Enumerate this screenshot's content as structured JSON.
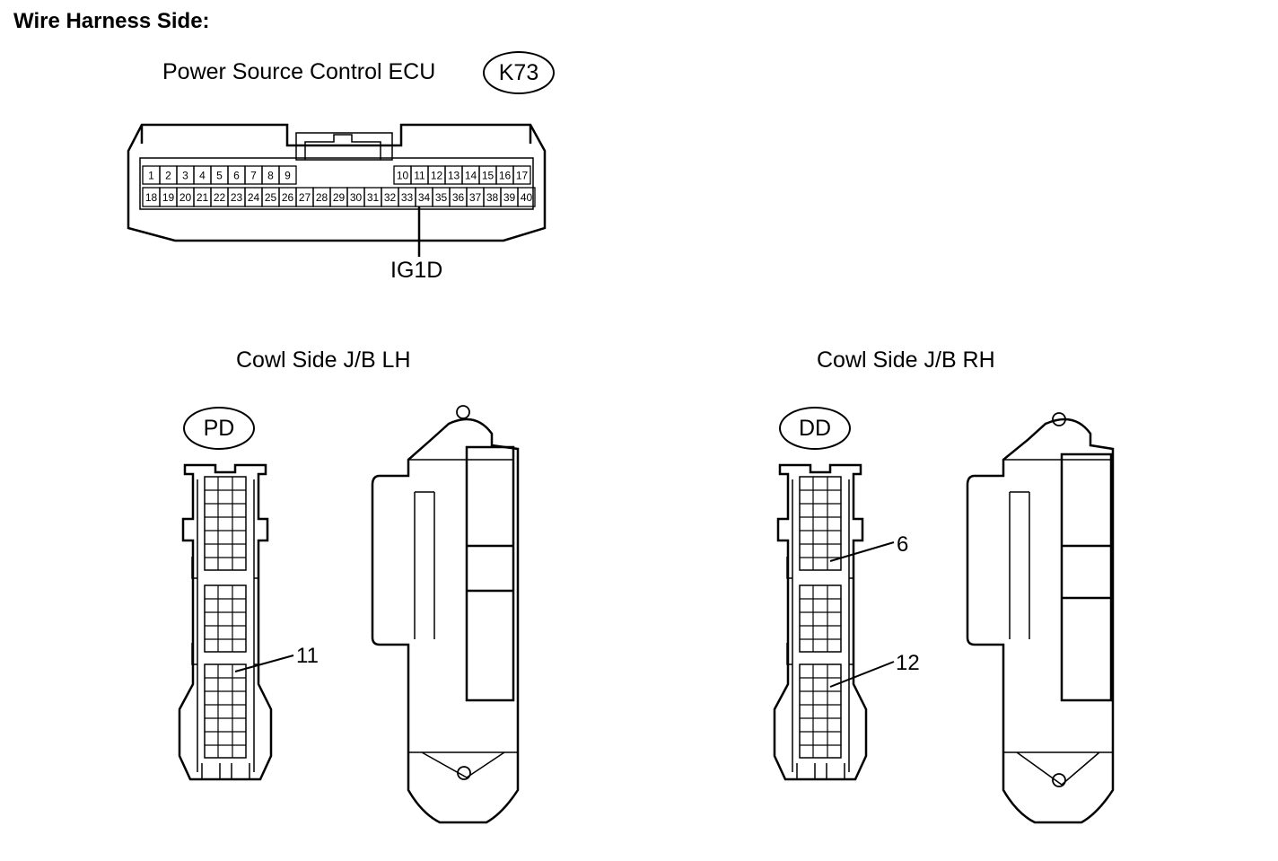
{
  "heading": "Wire Harness Side:",
  "ecu": {
    "name": "Power Source Control ECU",
    "code": "K73",
    "row1_left": [
      "1",
      "2",
      "3",
      "4",
      "5",
      "6",
      "7",
      "8",
      "9"
    ],
    "row1_right": [
      "10",
      "11",
      "12",
      "13",
      "14",
      "15",
      "16",
      "17"
    ],
    "row2": [
      "18",
      "19",
      "20",
      "21",
      "22",
      "23",
      "24",
      "25",
      "26",
      "27",
      "28",
      "29",
      "30",
      "31",
      "32",
      "33",
      "34",
      "35",
      "36",
      "37",
      "38",
      "39",
      "40"
    ],
    "terminal_label": "IG1D"
  },
  "jb_lh": {
    "title": "Cowl Side J/B LH",
    "code": "PD",
    "terminal": "11"
  },
  "jb_rh": {
    "title": "Cowl Side J/B RH",
    "code": "DD",
    "terminal_top": "6",
    "terminal_bottom": "12"
  }
}
